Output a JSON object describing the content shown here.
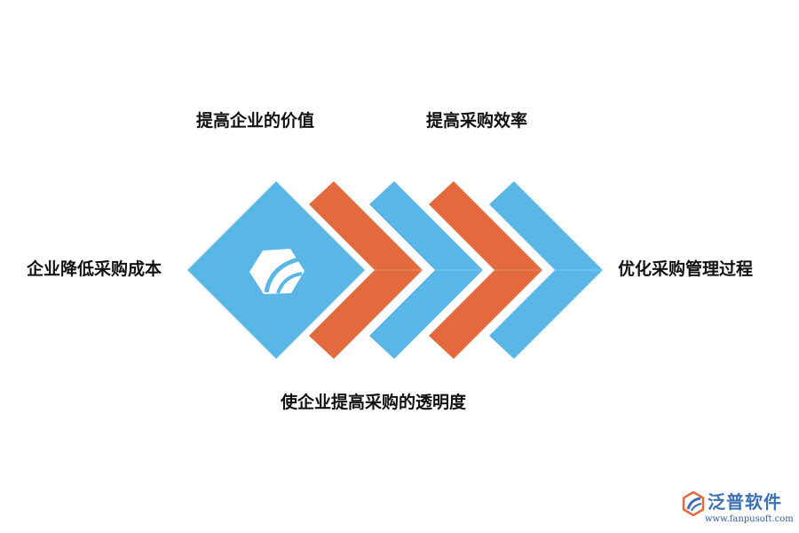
{
  "labels": {
    "top_left": "提高企业的价值",
    "top_right": "提高采购效率",
    "left": "企业降低采购成本",
    "right": "优化采购管理过程",
    "bottom": "使企业提高采购的透明度"
  },
  "colors": {
    "blue": "#5ab6e6",
    "orange": "#e26a3c",
    "text": "#111111",
    "brand": "#3d6fb4"
  },
  "brand": {
    "name": "泛普软件",
    "url": "www.fanpusoft.com"
  },
  "icons": {
    "center_logo": "fanpu-logo-icon",
    "brand_logo": "fanpu-brand-icon"
  }
}
